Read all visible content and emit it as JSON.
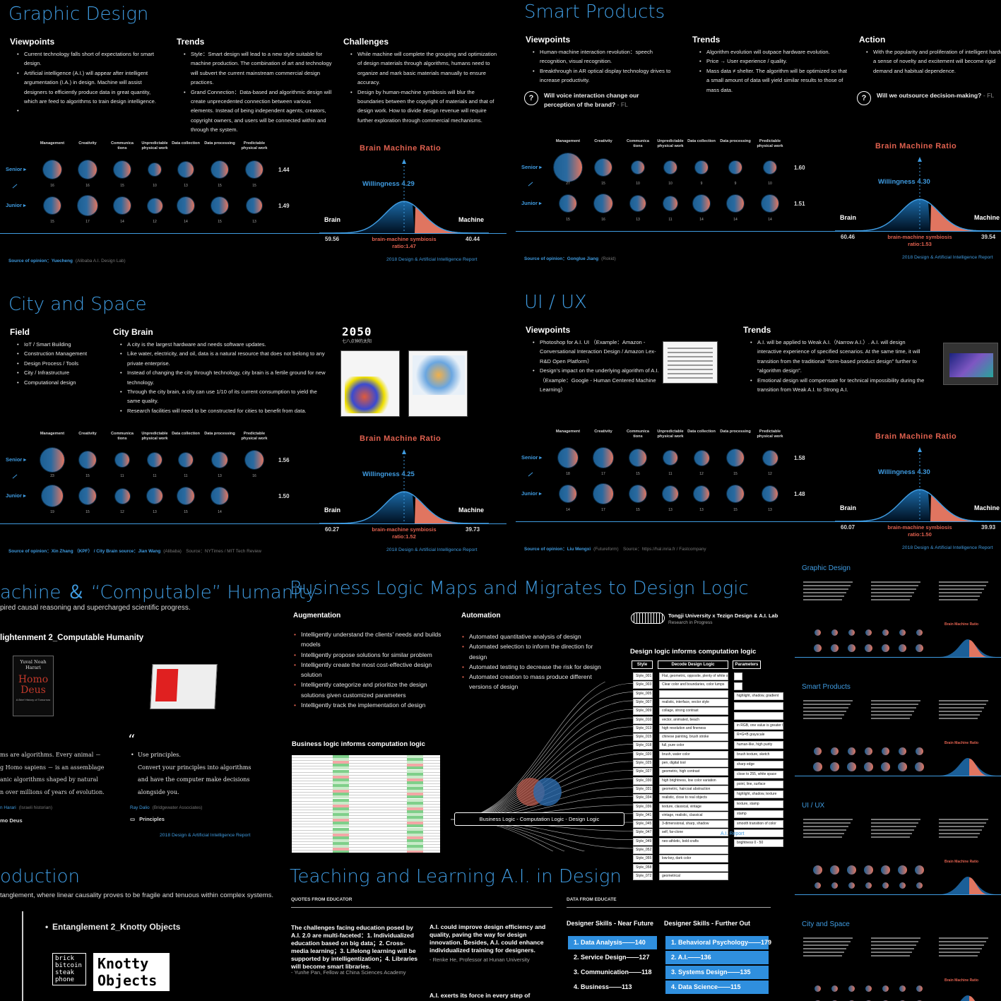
{
  "panels": [
    {
      "title": "Graphic Design",
      "cols": [
        {
          "heading": "Viewpoints",
          "items": [
            "Current technology falls short of expectations for smart design.",
            "Artificial intelligence (A.I.) will appear after intelligent argumentation (I.A.) in design. Machine will assist designers to efficiently produce data in great quantity, which are feed to algorithms to train design intelligence.",
            ""
          ]
        },
        {
          "heading": "Trends",
          "items": [
            "Style：Smart design will lead to a new style suitable for machine production. The combination of art and technology will subvert the current mainstream commercial design practices.",
            "Grand Connection：Data-based and algorithmic design will create unprecedented connection between various elements. Instead of being independent agents, creators, copyright owners, and users will be connected within and through the system."
          ]
        },
        {
          "heading": "Challenges",
          "items": [
            "While machine will complete the grouping and optimization of design materials through algorithms, humans need to organize and mark basic materials manually to ensure accuracy.",
            "Design by human-machine symbiosis will blur the boundaries between the copyright of materials and that of design work. How to divide design revenue will require further exploration through commercial mechanisms."
          ]
        }
      ],
      "question": null,
      "senior": [
        16,
        16,
        15,
        10,
        13,
        15,
        15
      ],
      "senior_ratio": "1.44",
      "junior": [
        15,
        17,
        14,
        12,
        14,
        15,
        13
      ],
      "junior_ratio": "1.49",
      "willingness": "Willingness 4.29",
      "brain": "59.56",
      "machine": "40.44",
      "symbiosis": "brain-machine symbiosis ratio:1.47",
      "source_label": "Source of opinion：",
      "source": "Yuecheng",
      "source_extra": "(Alibaba A.I. Design Lab)"
    },
    {
      "title": "Smart Products",
      "cols": [
        {
          "heading": "Viewpoints",
          "items": [
            "Human-machine interaction revolution：speech recognition, visual recognition.",
            "Breakthrough in AR optical display technology drives to increase productivity."
          ]
        },
        {
          "heading": "Trends",
          "items": [
            "Algorithm evolution will outpace hardware evolution.",
            "Price → User experience / quality.",
            "Mass data ≠ shelter. The algorithm will be optimized so that a small amount of data will yield similar results to those of mass data."
          ]
        },
        {
          "heading": "Action",
          "items": [
            "With the popularity and proliferation of intelligent hardware, a sense of novelty and excitement will become rigid demand and habitual dependence."
          ]
        }
      ],
      "question": "Will voice interaction change our perception of the brand?",
      "question_by": " - FL",
      "question2": "Will we outsource decision-making?",
      "question2_by": " - FL",
      "senior": [
        27,
        15,
        10,
        10,
        9,
        9,
        10
      ],
      "senior_ratio": "1.60",
      "junior": [
        15,
        16,
        13,
        11,
        14,
        14,
        14
      ],
      "junior_ratio": "1.51",
      "willingness": "Willingness 4.30",
      "brain": "60.46",
      "machine": "39.54",
      "symbiosis": "brain-machine symbiosis ratio:1.53",
      "source_label": "Source of opinion：",
      "source": "Gonglue Jiang",
      "source_extra": "(Rokid)"
    },
    {
      "title": "City and Space",
      "cols": [
        {
          "heading": "Field",
          "items": [
            "IoT / Smart Building",
            "Construction Management",
            "Design Process / Tools",
            "City / Infrastructure",
            "Computational design"
          ]
        },
        {
          "heading": "City Brain",
          "items": [
            "A city is the largest hardware and needs software updates.",
            "Like water, electricity, and oil, data is a natural resource that does not belong to any private enterprise.",
            "Instead of changing the city through technology, city brain is a fertile ground for new technology.",
            "Through the city brain, a city can use 1/10 of its current consumption to yield the same quality.",
            "Research facilities will need to be constructed for cities to benefit from data."
          ]
        }
      ],
      "question": null,
      "senior": [
        23,
        15,
        11,
        11,
        11,
        13,
        16
      ],
      "senior_ratio": "1.56",
      "junior": [
        19,
        15,
        12,
        13,
        15,
        14,
        0
      ],
      "junior_ratio": "1.50",
      "willingness": "Willingness 4.25",
      "brain": "60.27",
      "machine": "39.73",
      "symbiosis": "brain-machine symbiosis ratio:1.52",
      "source_label": "Source of opinion：",
      "source": "Xin Zhang （KPF） / City Brain source：Jian Wang",
      "source_extra": "(Alibaba)　Source：NYTimes / MIT Tech Review"
    },
    {
      "title": "UI / UX",
      "cols": [
        {
          "heading": "Viewpoints",
          "items": [
            "Photoshop for A.I. UI （Example：Amazon - Conversational Interaction Design / Amazon Lex- R&D Open Platform）",
            "Design’s impact on the underlying algorithm of A.I. （Example：Google - Human Centered Machine Learning）"
          ]
        },
        {
          "heading": "Trends",
          "items": [
            "A.I. will be applied to Weak A.I.（Narrow A.I.）. A.I. will design interactive experience of specified scenarios. At the same time, it will transition from the traditional “form-based product design” further to “algorithm design”.",
            "Emotional design will compensate for technical impossibility during the transition from Weak A.I. to Strong A.I."
          ]
        }
      ],
      "question": null,
      "senior": [
        18,
        17,
        15,
        11,
        12,
        15,
        12
      ],
      "senior_ratio": "1.58",
      "junior": [
        14,
        17,
        15,
        13,
        13,
        15,
        13
      ],
      "junior_ratio": "1.48",
      "willingness": "Willingness 4.30",
      "brain": "60.07",
      "machine": "39.93",
      "symbiosis": "brain-machine symbiosis ratio:1.50",
      "source_label": "Source of opinion：",
      "source": "Liu Mengxi",
      "source_extra": "(Futureform)　Source：https://hal.inria.fr / Fastcompany"
    }
  ],
  "common": {
    "bmr": "Brain Machine Ratio",
    "brain_label": "Brain",
    "machine_label": "Machine",
    "senior": "Senior",
    "junior": "Junior",
    "report": "2018 Design & Artificial Intelligence Report",
    "categories": [
      "Management",
      "Creativity",
      "Communica tions",
      "Unpredictable physical work",
      "Data collection",
      "Data processing",
      "Predictable physical work"
    ]
  },
  "thumbs": {
    "city_logo": "2050",
    "city_logo_sub": "七八点钟的太阳"
  },
  "humanity": {
    "title": "achine ＆ “Computable” Humanity",
    "subtitle": "pired causal reasoning and supercharged scientific progress.",
    "section": "lightenment 2_Computable Humanity",
    "book_author": "Yuval Noah Harari",
    "book_title": "Homo Deus",
    "book_sub": "A Brief History of Tomorrow",
    "quote_left": [
      "ms are algorithms. Every animal －",
      "g Homo sapiens － is an assemblage",
      "anic algorithms shaped by natural",
      "n over millions of years of evolution."
    ],
    "author_left": "n Harari",
    "author_left_extra": "(Israeli historian)",
    "book_left": "mo Deus",
    "quote_mark": "“",
    "quote_right": [
      "Use principles.",
      "Convert your principles into algorithms",
      "and have the computer make decisions",
      "alongside you."
    ],
    "author_right": "Ray Dalio",
    "author_right_extra": "(Bridgewater Associates)",
    "book_right": "Principles",
    "report": "2018 Design & Artificial Intelligence Report"
  },
  "business": {
    "title": "Business Logic Maps and Migrates to Design Logic",
    "aug_heading": "Augmentation",
    "aug_items": [
      "Intelligently understand the clients’ needs and builds models",
      "Intelligently propose solutions for similar problem",
      "Intelligently create the most cost-effective design solution",
      "Intelligently categorize and prioritize the design solutions given customized parameters",
      "Intelligently track the implementation of design"
    ],
    "auto_heading": "Automation",
    "auto_items": [
      "Automated quantitative analysis of design",
      "Automated selection to inform the direction for design",
      "Automated testing to decrease the risk for design",
      "Automated creation to mass produce different versions of design"
    ],
    "lab": "Tongji University x Tezign Design & A.I. Lab",
    "lab_sub": "Research in Progress",
    "table_heading": "Business logic informs computation logic",
    "design_heading": "Design logic informs computation logic",
    "col_style": "Style",
    "col_decode": "Decode Design Logic",
    "col_params": "Parameters",
    "styles": [
      "Style_001",
      "Style_003",
      "Style_005",
      "Style_007",
      "Style_009",
      "Style_010",
      "Style_013",
      "Style_015",
      "Style_018",
      "Style_020",
      "Style_025",
      "Style_027",
      "Style_030",
      "Style_031",
      "Style_034",
      "Style_036",
      "Style_041",
      "Style_045",
      "Style_047",
      "Style_049",
      "Style_052",
      "Style_055",
      "Style_058",
      "Style_072"
    ],
    "decode": [
      "Flat, geometric, opposite, plenty of white space",
      "Clear color and boundaries, color lumps",
      "",
      "realistic, interface, vector style",
      "collage, strong contrast",
      "vector, animated, beach",
      "high resolution and fineness",
      "chinese painting, brush stroke",
      "full, pure color",
      "brush, water color",
      "pen, digital tool",
      "geometric, high contrast",
      "high brightness, low color variation",
      "geometric, haircoat abstraction",
      "realistic, close to real objects",
      "texture, classical, vintage",
      "vintage, realistic, classical",
      "3-dimensional, sharp, shadow",
      "self, far-clone",
      "neo-athletic, bold-crafts",
      "",
      "low-key, dark color",
      "",
      "geometrical"
    ],
    "params": [
      "",
      "",
      "highlight, shadow, gradient",
      "",
      "",
      "in RGB, one value is greater than another",
      "R=G=B grayscale",
      "human-like, high purity",
      "brush texture, sketch",
      "sharp edge",
      "close to 255, white space",
      "point, line, surface",
      "highlight, shadow, texture",
      "texture, stamp",
      "stamp",
      "smooth transition of color",
      "",
      "brightness 0 - 50"
    ],
    "logic_bar": "Business Logic - Computation Logic - Design Logic",
    "overlap_caption": "A.I. Report"
  },
  "intro": {
    "title": "oduction",
    "subtitle": "tanglement, where linear causality proves to be fragile and tenuous within complex systems.",
    "section": "Entanglement 2_Knotty Objects",
    "logo1": [
      "brick",
      "bitcoin",
      "steak",
      "phone"
    ],
    "logo2": "Knotty Objects"
  },
  "teaching": {
    "title": "Teaching and Learning A.I. in Design",
    "quotes_heading": "QUOTES FROM EDUCATOR",
    "data_heading": "DATA FROM EDUCATE",
    "quote1": "The challenges facing education posed by A.I. 2.0 are multi-faceted：1. Individualized education based on big data；2. Cross-media learning；3. Lifelong learning will be supported by intelligentization；4. Libraries will become smart libraries.",
    "quote1_by": "- Yunhe Pan, Fellow at China Sciences Academy",
    "quote2": "A.I. could improve design efficiency and quality, paving the way for design innovation. Besides, A.I. could enhance individualized training for designers.",
    "quote2_by": "- Renke He, Professor at Hunan University",
    "quote3": "A.I. exerts its force in every step of design, forming a new loop of \"Perception",
    "near_heading": "Designer Skills - Near Future",
    "far_heading": "Designer Skills - Further Out",
    "near": [
      "1. Data Analysis——140",
      "2. Service Design——127",
      "3. Communication——118",
      "4. Business——113"
    ],
    "far": [
      "1. Behavioral Psychology——179",
      "2. A.I.——136",
      "3. Systems Design——135",
      "4. Data Science——115"
    ]
  },
  "mini": {
    "titles": [
      "Graphic Design",
      "Smart Products",
      "UI / UX",
      "City and Space"
    ]
  },
  "colors": {
    "accent": "#3f9be0",
    "highlight": "#e0614f",
    "background": "#000000"
  }
}
